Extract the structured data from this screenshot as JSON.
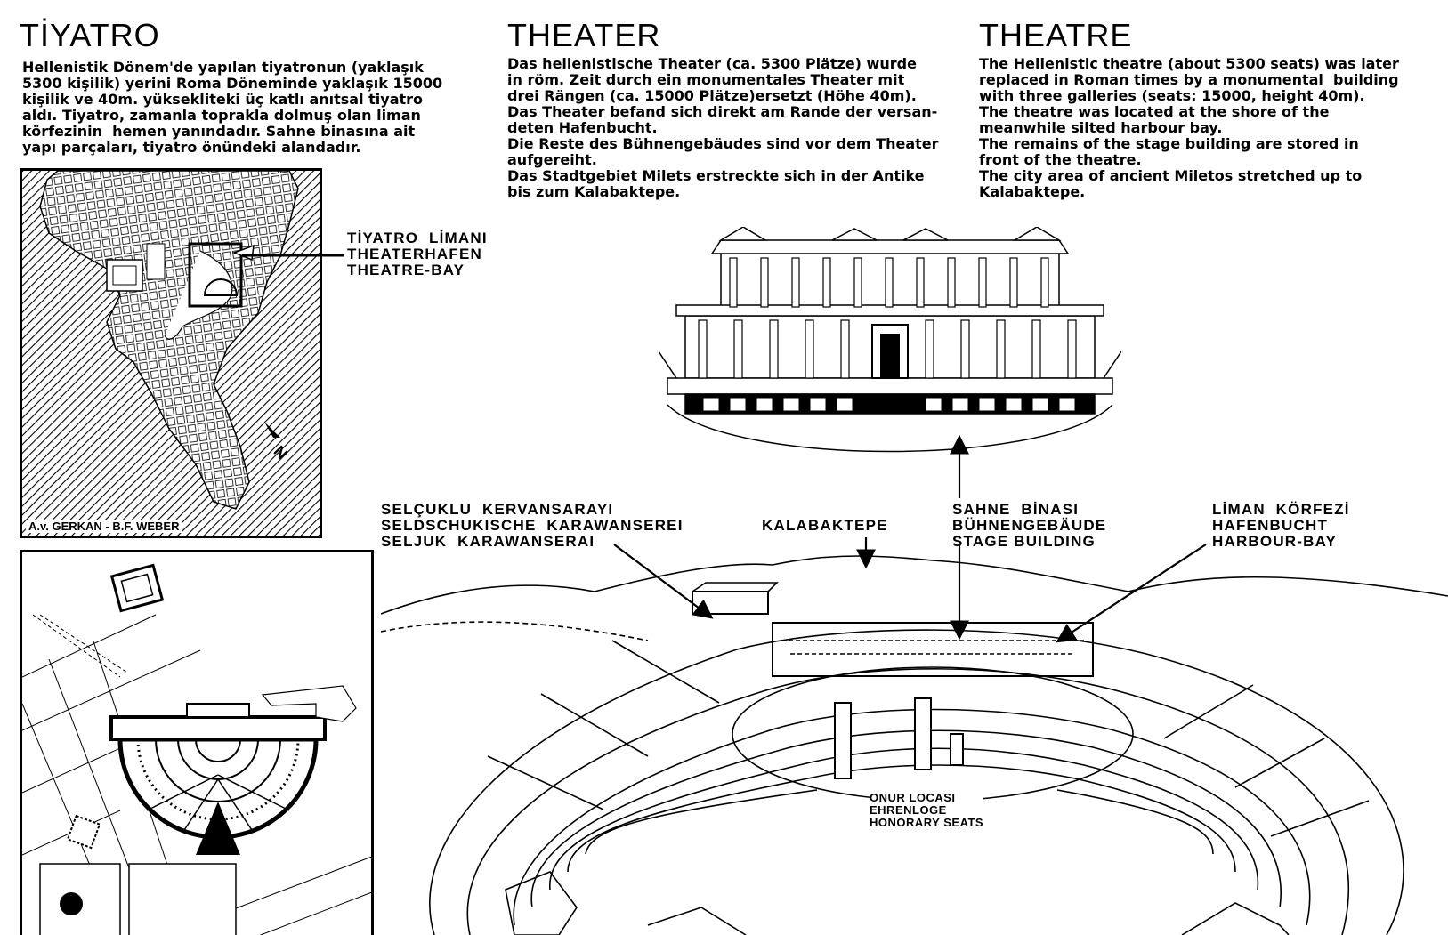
{
  "columns": {
    "turkish": {
      "title": "TİYATRO",
      "body": "Hellenistik Dönem'de yapılan tiyatronun (yaklaşık\n5300 kişilik) yerini Roma Döneminde yaklaşık 15000\nkişilik ve 40m. yüksekliteki üç katlı anıtsal tiyatro\naldı. Tiyatro, zamanla toprakla dolmuş olan liman\nkörfezinin  hemen yanındadır. Sahne binasına ait\nyapı parçaları, tiyatro önündeki alandadır."
    },
    "german": {
      "title": "THEATER",
      "body": "Das hellenistische Theater (ca. 5300 Plätze) wurde\nin röm. Zeit durch ein monumentales Theater mit\ndrei Rängen (ca. 15000 Plätze)ersetzt (Höhe 40m).\nDas Theater befand sich direkt am Rande der versan-\ndeten Hafenbucht.\nDie Reste des Bühnengebäudes sind vor dem Theater\naufgereiht.\nDas Stadtgebiet Milets erstreckte sich in der Antike\nbis zum Kalabaktepe."
    },
    "english": {
      "title": "THEATRE",
      "body": "The Hellenistic theatre (about 5300 seats) was later\nreplaced in Roman times by a monumental  building\nwith three galleries (seats: 15000, height 40m).\nThe theatre was located at the shore of the\nmeanwhile silted harbour bay.\nThe remains of the stage building are stored in\nfront of the theatre.\nThe city area of ancient Miletos stretched up to\nKalabaktepe."
    }
  },
  "map": {
    "credit": "A.v. GERKAN - B.F. WEBER",
    "callout": "TİYATRO  LİMANI\nTHEATERHAFEN\nTHEATRE-BAY"
  },
  "labels": {
    "caravanserai": "SELÇUKLU  KERVANSARAYI\nSELDSCHUKISCHE  KARAWANSEREI\nSELJUK  KARAWANSERAI",
    "kalabaktepe": "KALABAKTEPE",
    "stage": "SAHNE  BİNASI\nBÜHNENGEBÄUDE\nSTAGE BUILDING",
    "harbour": "LİMAN  KÖRFEZİ\nHAFENBUCHT\nHARBOUR-BAY",
    "honorary": "ONUR LOCASI\nEHRENLOGE\nHONORARY SEATS"
  },
  "colors": {
    "ink": "#000000",
    "paper": "#ffffff"
  },
  "icons": {
    "north": "north-arrow-icon",
    "arrow": "arrow-icon"
  }
}
